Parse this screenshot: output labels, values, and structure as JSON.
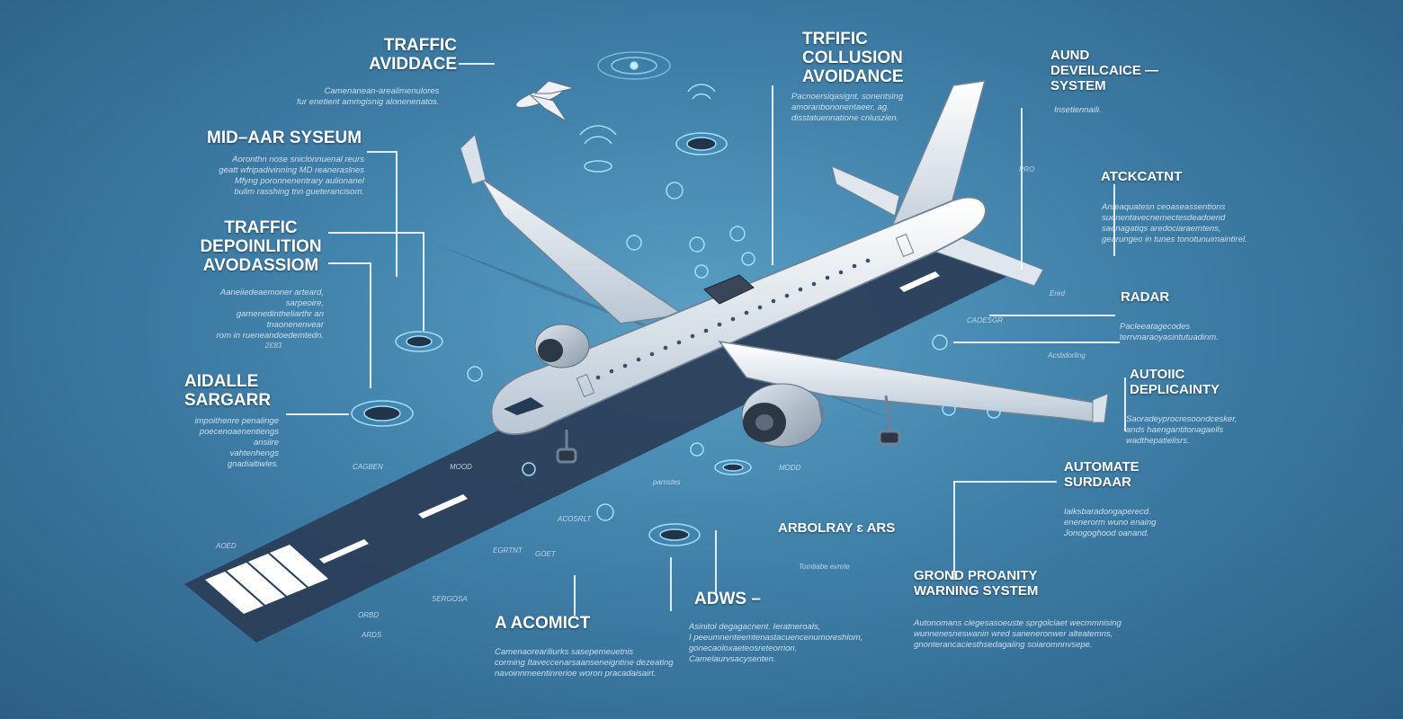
{
  "colors": {
    "background": "#3f7fa8",
    "runway": "#2b3d57",
    "fuselage": "#e8edf3",
    "accent": "#7ed0ff",
    "leader_line": "#ffffff"
  },
  "labels": {
    "traffic_avoidance": {
      "title": "TRAFFIC\nAVIDDACE",
      "desc": "Camenanean-arealimenulores\nfur enetient ammgisnig alonenenatos."
    },
    "mid_air": {
      "title": "MID–AAR SYSEUM",
      "desc": "Aoronthn nose sniclonnuenal reurs\ngeatt wfripadivinning MD reaneraslnes\nMfyng poronnenentrary aulionanel\nbulim rasshing tnn gueterancisom."
    },
    "traffic_depoinlition": {
      "title": "TRAFFIC\nDEPOINLITION\nAVODASSIOM",
      "desc": "Aaneiiedeaemoner arteard, sarpeoire,\ngamenedintheliarthr an tnaonenenvear\nrom in rueneandoedemtedn."
    },
    "aidalle": {
      "title": "AIDALLE\nSARGARR",
      "desc": "impoithenre penalinge\npoecenoaenentiengs ansiire\nvahtenhengs gnadialtiwles."
    },
    "trific_collusion": {
      "title": "TRFIFIC\nCOLLUSION\nAVOIDANCE",
      "desc": "Pacnoersiqasignt, sonentsing\namoranbononentaeer, ag.\ndisstatuennatione cnluszien."
    },
    "aund": {
      "title": "AUND\nDEVEILCAICE —\nSYSTEM",
      "desc": "Insetiennaili."
    },
    "atckcatnt": {
      "title": "ATCKCATNT",
      "desc": "Anfeaquatesn ceoaseassentions\nsuenentavecnemectesdeadoend\nsaenagatiqs aredociaraemtens,\ngearungeo in tunes tonotunuimaintirel."
    },
    "radar": {
      "title": "RADAR",
      "desc": "Pacleeatagecodes\nterrvnaraoyasintutuadinm."
    },
    "autoic": {
      "title": "AUTOIIC\nDEPLICAINTY",
      "desc": "Saoradeyprocresoondcesker,\nands haengantitonagaells\nwadthepatielisrs."
    },
    "automate_surdaar": {
      "title": "AUTOMATE\nSURDAAR",
      "desc": "Iaiksbaradongaperecd.\nenenerorm wuno enaing\nJonogoghood oanand."
    },
    "arbolray": {
      "title": "ARBOLRAY ɛ ARS",
      "desc": ""
    },
    "grond": {
      "title": "GROND PROANITY\nWARNING SYSTEM",
      "desc": "Autonomans clegesasoeuste sprgolciaet wecmmnising\nwunnenesneswanin wred saneneronwer alteatemns,\ngnonterancaciesthsedagaiing soiaromnnvsepe."
    },
    "adws": {
      "title": "ADWS –",
      "desc": "Asinitol degagacnent. Ieratneroals,\nI peeumnenteemtenastacuencenumoreshlom,\ngonecaoloxaeteosreteorrion.\nCamelaurvsacysenten."
    },
    "a_acomict": {
      "title": "A ACOMICT",
      "desc": "Camenaoreariliurks sasepemeuetnis\ncorming Itaveccenarsaanseneigntine dezeating\nnavoinnmeentinrerioe woron pracadaisairt."
    }
  },
  "small_tags": {
    "t2023": "2Ɛ83",
    "cagben": "CAGBEN",
    "mood": "MOOD",
    "modd": "MODD",
    "parnstes": "parnstes",
    "acosrlt": "ACOSRLT",
    "egrtnt": "EGRTNT",
    "goet": "GOET",
    "sereosa": "SERGOSA",
    "orbd": "ORBD",
    "ards": "ARDS",
    "tomtelabe": "Tomtiabe evmte",
    "caoessgr": "CAOESGR",
    "acsbdorling": "Acsbdorling",
    "ered": "Ered",
    "pro": "PRO",
    "aoed": "AOED"
  }
}
